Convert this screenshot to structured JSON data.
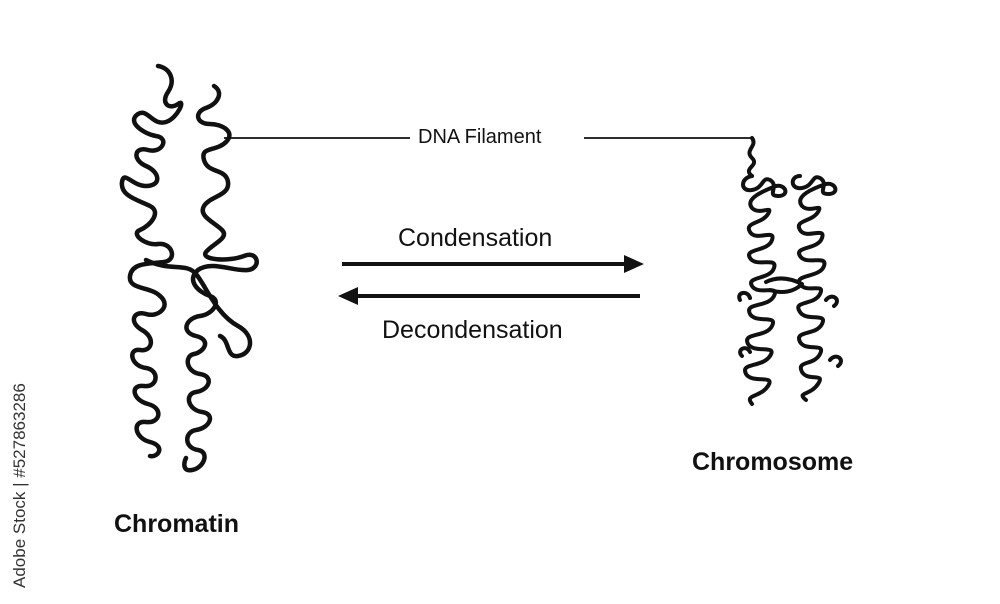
{
  "labels": {
    "dna_filament": "DNA Filament",
    "condensation": "Condensation",
    "decondensation": "Decondensation",
    "chromatin": "Chromatin",
    "chromosome": "Chromosome"
  },
  "credit": "Adobe Stock | #527863286",
  "colors": {
    "ink": "#111111",
    "background": "#ffffff"
  }
}
